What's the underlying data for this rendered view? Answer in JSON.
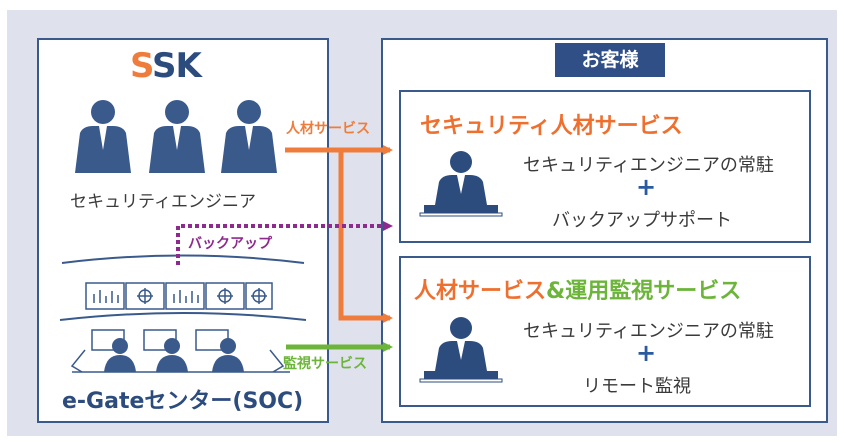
{
  "provider": {
    "logo": "SSK",
    "engineers_label": "セキュリティエンジニア",
    "center_label": "e-Gateセンター(SOC)"
  },
  "connections": {
    "talent_service": "人材サービス",
    "backup": "バックアップ",
    "monitoring_service": "監視サービス"
  },
  "customer": {
    "header": "お客様",
    "plan1": {
      "title": "セキュリティ人材サービス",
      "line1": "セキュリティエンジニアの常駐",
      "plus": "+",
      "line2": "バックアップサポート"
    },
    "plan2": {
      "title_part1": "人材サービス",
      "title_amp": "&",
      "title_part2": "運用監視サービス",
      "line1": "セキュリティエンジニアの常駐",
      "plus": "+",
      "line2": "リモート監視"
    }
  },
  "colors": {
    "navy": "#2f4f86",
    "orange": "#f07c3c",
    "green": "#6cb53a",
    "purple": "#8e2a8e"
  },
  "icons": [
    "person-icon",
    "monitor-icon",
    "operator-desk-icon"
  ]
}
